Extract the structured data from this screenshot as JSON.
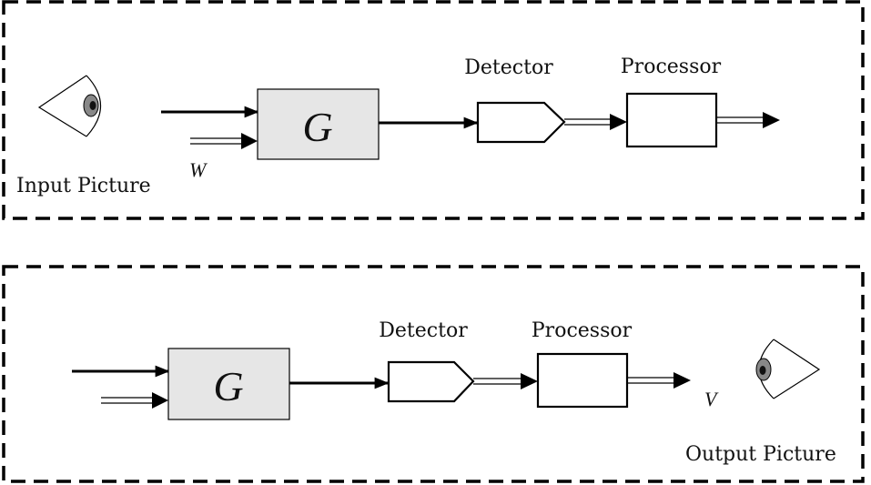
{
  "panels": [
    {
      "eye_caption": "Input Picture",
      "g_label": "G",
      "input_label": "W",
      "detector_label": "Detector",
      "processor_label": "Processor",
      "output_label": ""
    },
    {
      "eye_caption": "Output Picture",
      "g_label": "G",
      "input_label": "",
      "detector_label": "Detector",
      "processor_label": "Processor",
      "output_label": "V"
    }
  ],
  "colors": {
    "stroke": "#000000",
    "g_fill": "#e6e6e6",
    "iris": "#888888",
    "pupil": "#111111"
  }
}
